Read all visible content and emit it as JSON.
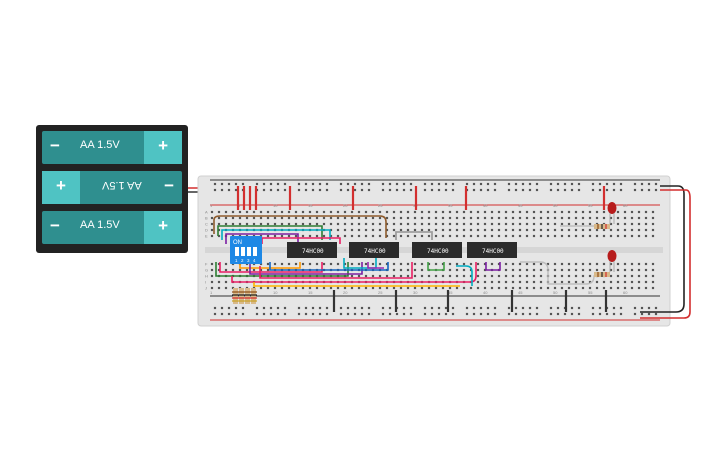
{
  "battery": {
    "cells": [
      {
        "label": "AA 1.5V",
        "minus": "−",
        "plus": "+"
      },
      {
        "label": "AA 1.5V",
        "minus": "−",
        "plus": "+"
      },
      {
        "label": "AA 1.5V",
        "minus": "−",
        "plus": "+"
      }
    ]
  },
  "breadboard": {
    "column_ticks": [
      "1",
      "5",
      "10",
      "15",
      "20",
      "25",
      "30",
      "35",
      "40",
      "45",
      "50",
      "55",
      "60"
    ],
    "row_letters_top": [
      "A",
      "B",
      "C",
      "D",
      "E"
    ],
    "row_letters_bottom": [
      "F",
      "G",
      "H",
      "I",
      "J"
    ]
  },
  "dip_switch": {
    "label": "ON",
    "positions": [
      "1",
      "2",
      "3",
      "4"
    ]
  },
  "chips": [
    {
      "label": "74HC00"
    },
    {
      "label": "74HC00"
    },
    {
      "label": "74HC00"
    },
    {
      "label": "74HC00"
    }
  ],
  "colors": {
    "breadboard": "#e6e6e6",
    "rail_red": "#d32f2f",
    "rail_dark": "#333333",
    "battery_cell": "#2f8f8f",
    "battery_cap": "#4fc3c3",
    "chip": "#2b2b2b",
    "led": "#b71c1c",
    "dip": "#1e88e5"
  }
}
